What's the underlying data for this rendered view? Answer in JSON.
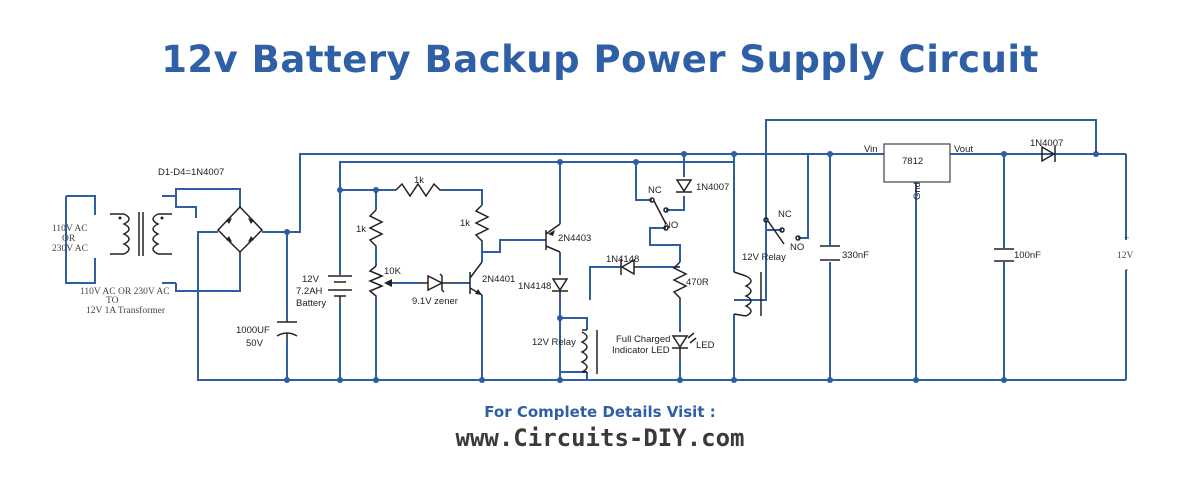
{
  "title": "12v Battery Backup Power Supply Circuit",
  "footer": {
    "label": "For Complete Details Visit :",
    "url": "www.Circuits-DIY.com"
  },
  "labels": {
    "diodes_bridge": "D1-D4=1N4007",
    "ac_in_1": "110V AC",
    "ac_in_2": "OR",
    "ac_in_3": "230V AC",
    "transformer_1": "110V AC OR 230V AC",
    "transformer_2": "TO",
    "transformer_3": "12V 1A Transformer",
    "cap1_1": "1000UF",
    "cap1_2": "50V",
    "battery_1": "12V",
    "battery_2": "7.2AH",
    "battery_3": "Battery",
    "r1": "1k",
    "r2": "1k",
    "r3": "1k",
    "pot": "10K",
    "zener": "9.1V zener",
    "q1": "2N4401",
    "q2": "2N4403",
    "d_1n4148_a": "1N4148",
    "d_1n4148_b": "1N4148",
    "relay1": "12V Relay",
    "nc1": "NC",
    "no1": "NO",
    "d_1n4007_a": "1N4007",
    "r470": "470R",
    "led_1": "Full Charged",
    "led_2": "Indicator LED",
    "led_3": "LED",
    "relay2": "12V Relay",
    "nc2": "NC",
    "no2": "NO",
    "cap_330": "330nF",
    "reg": "7812",
    "vin": "Vin",
    "vout": "Vout",
    "gnd": "Gnd",
    "cap_100": "100nF",
    "d_1n4007_b": "1N4007",
    "out": "12V",
    "out_plus": "+",
    "out_minus": "-"
  }
}
